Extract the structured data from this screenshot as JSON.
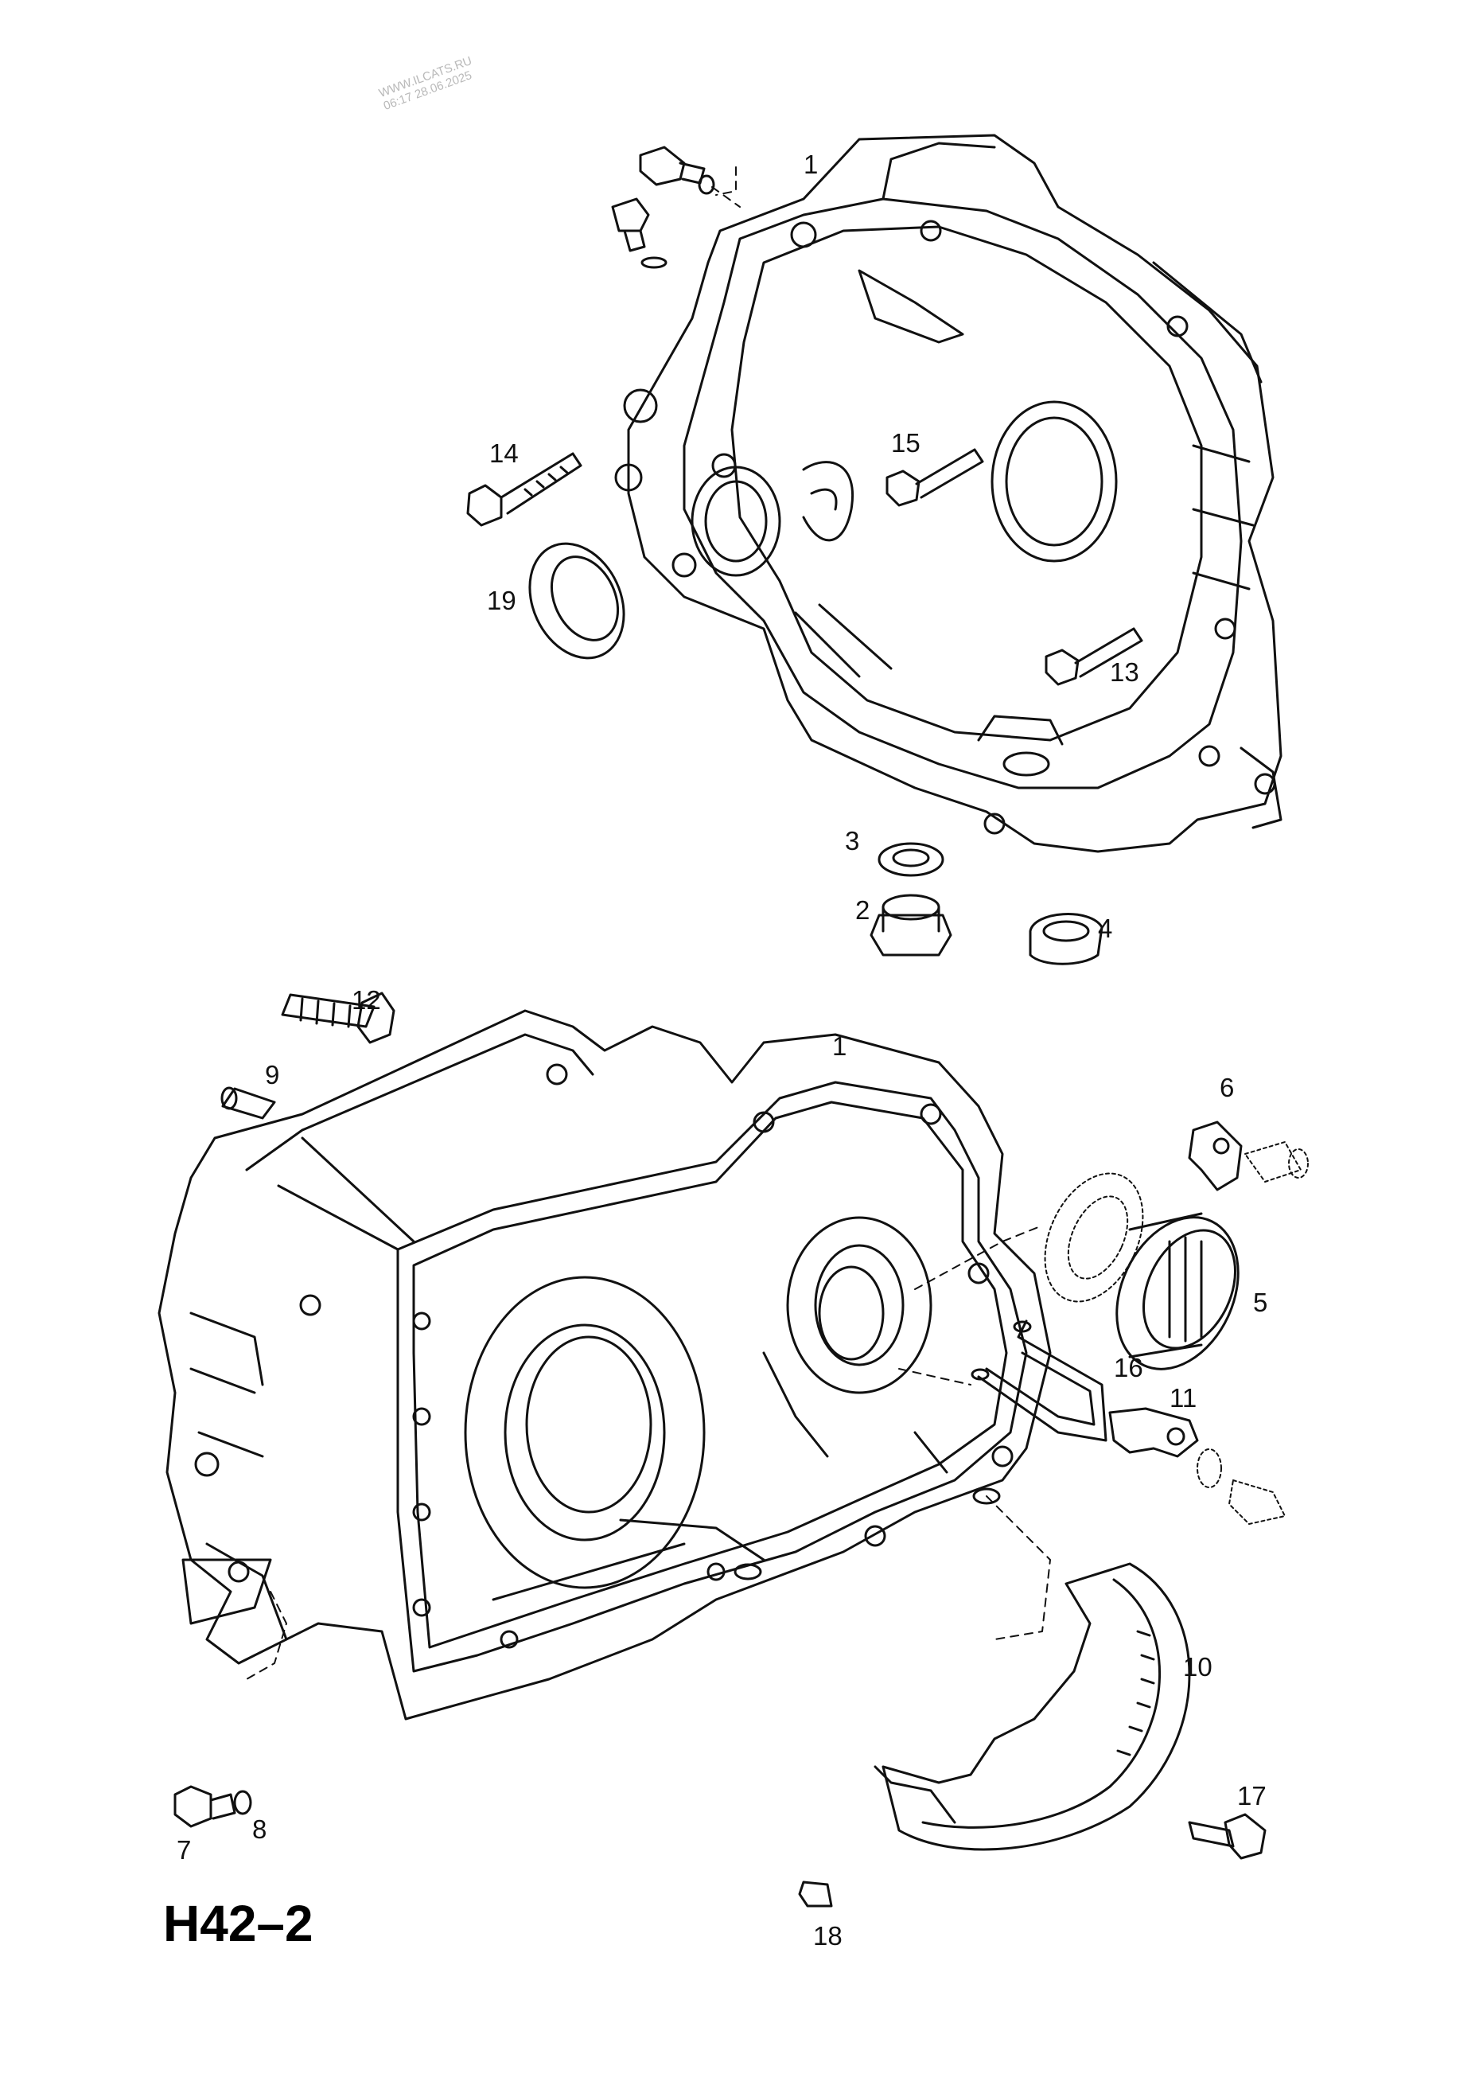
{
  "watermark": {
    "line1": "WWW.ILCATS.RU",
    "line2": "06:17 28.06.2025"
  },
  "figure_code": "H42–2",
  "callouts": {
    "c1_top": "1",
    "c1_bottom": "1",
    "c2": "2",
    "c3": "3",
    "c4": "4",
    "c5": "5",
    "c6": "6",
    "c7": "7",
    "c8": "8",
    "c9": "9",
    "c10": "10",
    "c11": "11",
    "c12": "12",
    "c13": "13",
    "c14": "14",
    "c15": "15",
    "c16": "16",
    "c17": "17",
    "c18": "18",
    "c19": "19"
  }
}
